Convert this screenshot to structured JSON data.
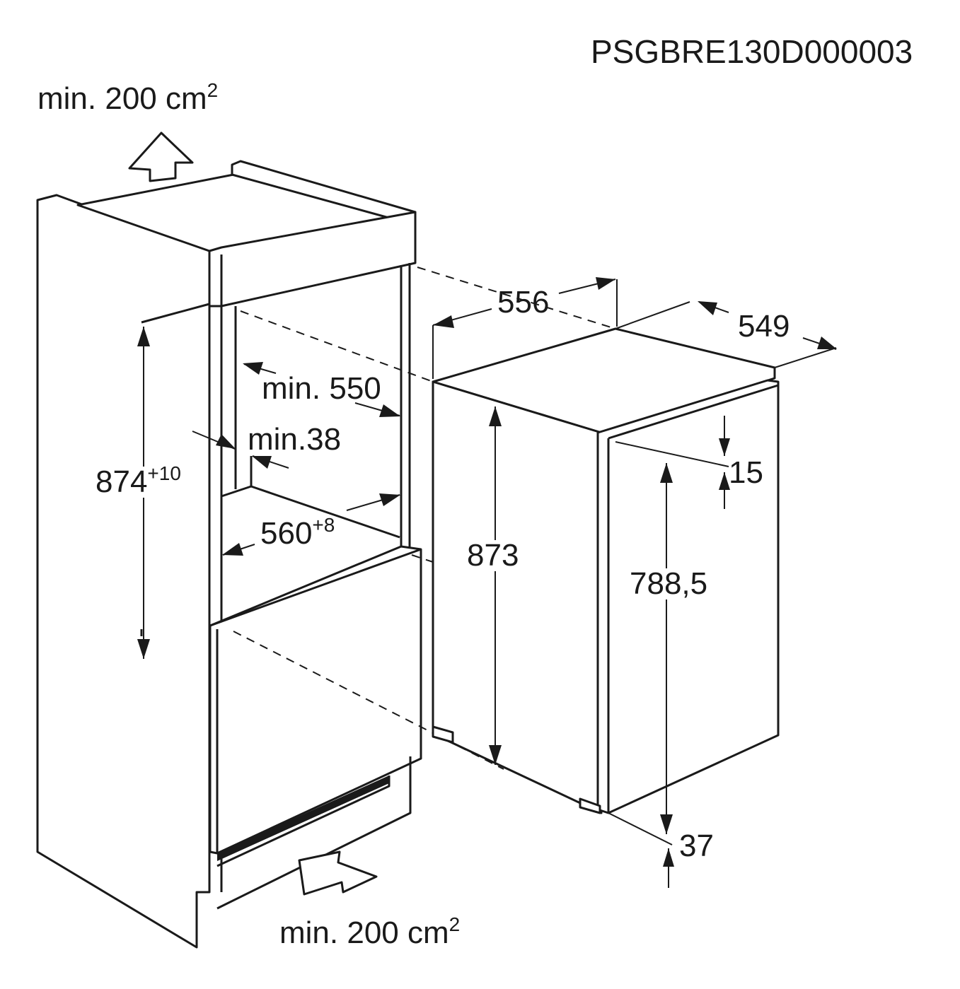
{
  "code": "PSGBRE130D000003",
  "labels": {
    "vent_top": "min. 200 cm",
    "vent_top_sup": "2",
    "vent_bottom": "min. 200 cm",
    "vent_bottom_sup": "2",
    "niche_height": "874",
    "niche_height_tol": "+10",
    "niche_depth": "min. 550",
    "side_gap": "min.38",
    "niche_width": "560",
    "niche_width_tol": "+8",
    "appliance_width": "556",
    "appliance_depth": "549",
    "appliance_height": "873",
    "door_height": "788,5",
    "top_gap": "15",
    "bottom_gap": "37"
  }
}
